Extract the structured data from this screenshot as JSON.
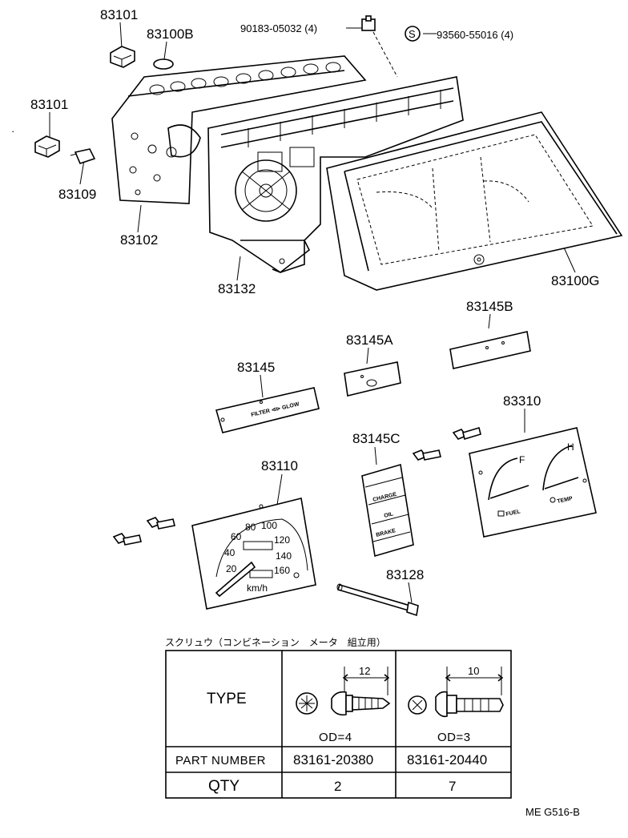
{
  "labels": {
    "p83101_top": "83101",
    "p83100B": "83100B",
    "p90183": "90183-05032 (4)",
    "p93560": "93560-55016 (4)",
    "p93560_mark": "S",
    "p83101_left": "83101",
    "p83109": "83109",
    "p83102": "83102",
    "p83132": "83132",
    "p83100G": "83100G",
    "p83145B": "83145B",
    "p83145A": "83145A",
    "p83145": "83145",
    "p83310": "83310",
    "p83145C": "83145C",
    "p83110": "83110",
    "p83128": "83128"
  },
  "panel_text": {
    "filter_glow": "FILTER ⊲⊳ GLOW",
    "charge": "CHARGE",
    "oil": "OIL",
    "brake": "BRAKE",
    "fuel": "FUEL",
    "temp": "TEMP",
    "f": "F",
    "h": "H",
    "kmh": "km/h"
  },
  "speedo_ticks": [
    "20",
    "40",
    "60",
    "80",
    "100",
    "120",
    "140",
    "160"
  ],
  "screw_table": {
    "title": "スクリュウ（コンビネーション　メータ　組立用）",
    "type_label": "TYPE",
    "part_number_label": "PART NUMBER",
    "qty_label": "QTY",
    "columns": [
      {
        "dimension": "12",
        "od": "OD=4",
        "part_number": "83161-20380",
        "qty": "2"
      },
      {
        "dimension": "10",
        "od": "OD=3",
        "part_number": "83161-20440",
        "qty": "7"
      }
    ]
  },
  "footer_code": "ME  G516-B"
}
